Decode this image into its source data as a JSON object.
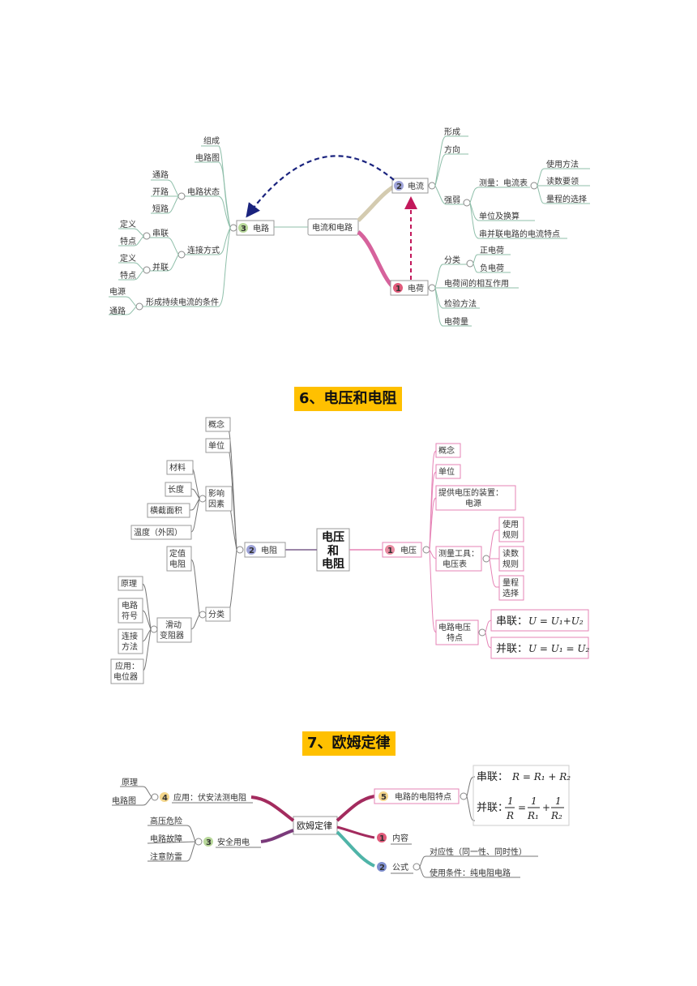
{
  "m1": {
    "left": {
      "root": "电路",
      "root_num": "3",
      "l1": [
        "组成",
        "电路图",
        "电路状态",
        "连接方式",
        "形成持续电流的条件"
      ],
      "states": [
        "通路",
        "开路",
        "短路"
      ],
      "conn": [
        "串联",
        "并联"
      ],
      "conn_sub": [
        "定义",
        "特点",
        "定义",
        "特点"
      ],
      "cond": [
        "电源",
        "通路"
      ]
    },
    "center": "电流和电路",
    "current": {
      "label": "电流",
      "num": "2",
      "items": [
        "形成",
        "方向",
        "强弱"
      ],
      "strength": [
        "测量：电流表",
        "单位及换算",
        "串并联电路的电流特点"
      ],
      "measure": [
        "使用方法",
        "读数要领",
        "量程的选择"
      ]
    },
    "charge": {
      "label": "电荷",
      "num": "1",
      "items": [
        "分类",
        "电荷间的相互作用",
        "检验方法",
        "电荷量"
      ],
      "types": [
        "正电荷",
        "负电荷"
      ]
    }
  },
  "h6": "6、电压和电阻",
  "m2": {
    "center": [
      "电压",
      "和",
      "电阻"
    ],
    "resist": {
      "label": "电阻",
      "num": "2",
      "items": [
        "概念",
        "单位"
      ],
      "factor": [
        "影响",
        "因素"
      ],
      "factors": [
        "材料",
        "长度",
        "横截面积",
        "温度（外因）"
      ],
      "fixed": [
        "定值",
        "电阻"
      ],
      "class": "分类",
      "slide": [
        "滑动",
        "变阻器"
      ],
      "slide_items": [
        [
          "原理"
        ],
        [
          "电路",
          "符号"
        ],
        [
          "连接",
          "方法"
        ],
        [
          "应用：",
          "电位器"
        ]
      ]
    },
    "voltage": {
      "label": "电压",
      "num": "1",
      "items": [
        "概念",
        "单位"
      ],
      "supply": [
        "提供电压的装置：",
        "电源"
      ],
      "tool": [
        "测量工具：",
        "电压表"
      ],
      "tool_items": [
        [
          "使用",
          "规则"
        ],
        [
          "读数",
          "规则"
        ],
        [
          "量程",
          "选择"
        ]
      ],
      "feature": [
        "电路电压",
        "特点"
      ],
      "series": "串联：",
      "series_eq": "U = U₁+U₂",
      "parallel": "并联：",
      "parallel_eq": "U = U₁ = U₂"
    }
  },
  "h7": "7、欧姆定律",
  "m3": {
    "center": "欧姆定律",
    "app": {
      "num": "4",
      "label": "应用：伏安法测电阻",
      "items": [
        "原理",
        "电路图"
      ]
    },
    "safe": {
      "num": "3",
      "label": "安全用电",
      "items": [
        "高压危险",
        "电路故障",
        "注意防雷"
      ]
    },
    "resist_feat": {
      "num": "5",
      "label": "电路的电阻特点",
      "series": "串联：",
      "series_eq": "R = R₁ + R₂",
      "parallel": "并联：",
      "p_one": "1",
      "p_R": "R",
      "p_R1": "R₁",
      "p_R2": "R₂"
    },
    "content": {
      "num": "1",
      "label": "内容"
    },
    "formula": {
      "num": "2",
      "label": "公式",
      "items": [
        "对应性（同一性、同时性）",
        "使用条件：纯电阻电路"
      ]
    }
  },
  "colors": {
    "green": "#8fbfaa",
    "pink": "#e683b6",
    "navy": "#1a237e",
    "heading": "#ffc000"
  }
}
